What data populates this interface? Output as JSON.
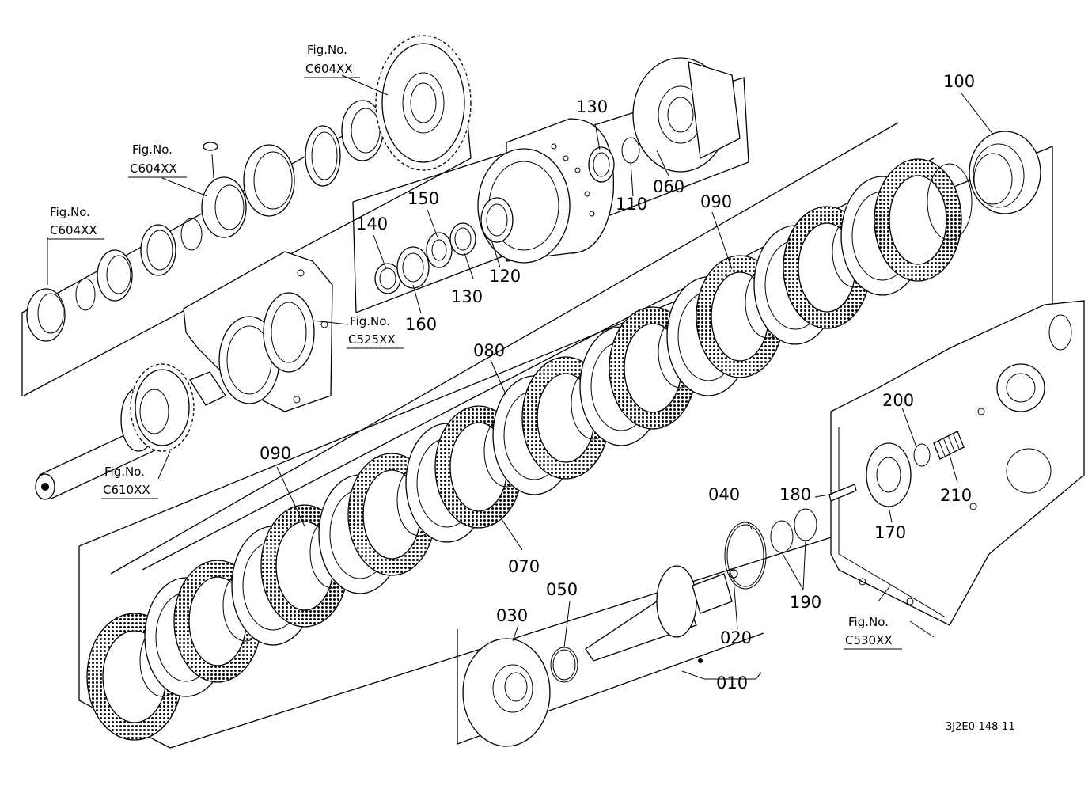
{
  "diagram": {
    "drawing_code": "3J2E0-148-11",
    "part_labels": {
      "p010": "010",
      "p020": "020",
      "p030": "030",
      "p040": "040",
      "p050": "050",
      "p060": "060",
      "p070": "070",
      "p080": "080",
      "p090a": "090",
      "p090b": "090",
      "p100": "100",
      "p110": "110",
      "p120": "120",
      "p130a": "130",
      "p130b": "130",
      "p140": "140",
      "p150": "150",
      "p160": "160",
      "p170": "170",
      "p180": "180",
      "p190": "190",
      "p200": "200",
      "p210": "210"
    },
    "fig_refs": [
      {
        "title": "Fig.No.",
        "code": "C604XX"
      },
      {
        "title": "Fig.No.",
        "code": "C604XX"
      },
      {
        "title": "Fig.No.",
        "code": "C604XX"
      },
      {
        "title": "Fig.No.",
        "code": "C525XX"
      },
      {
        "title": "Fig.No.",
        "code": "C610XX"
      },
      {
        "title": "Fig.No.",
        "code": "C530XX"
      }
    ]
  }
}
